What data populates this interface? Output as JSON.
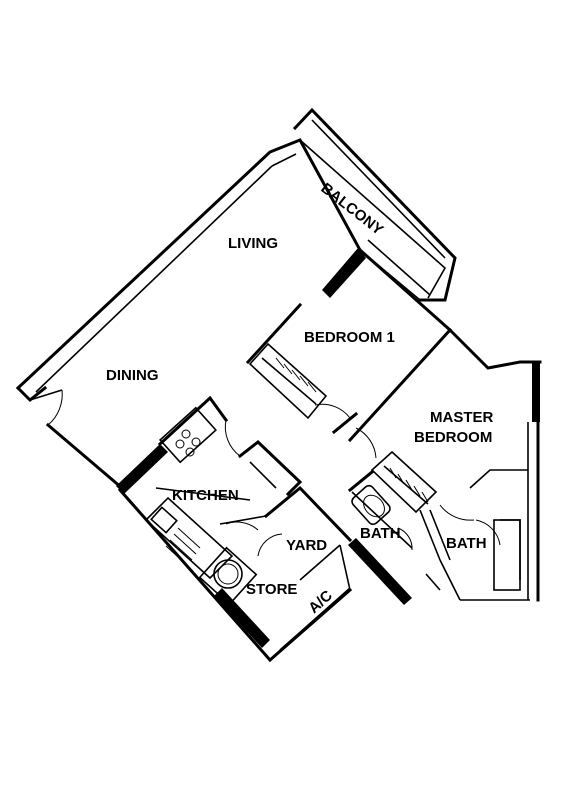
{
  "rooms": {
    "balcony": "BALCONY",
    "living": "LIVING",
    "dining": "DINING",
    "bedroom1": "BEDROOM 1",
    "master_line1": "MASTER",
    "master_line2": "BEDROOM",
    "kitchen": "KITCHEN",
    "yard": "YARD",
    "store": "STORE",
    "ac": "A/C",
    "bath_left": "BATH",
    "bath_right": "BATH"
  }
}
